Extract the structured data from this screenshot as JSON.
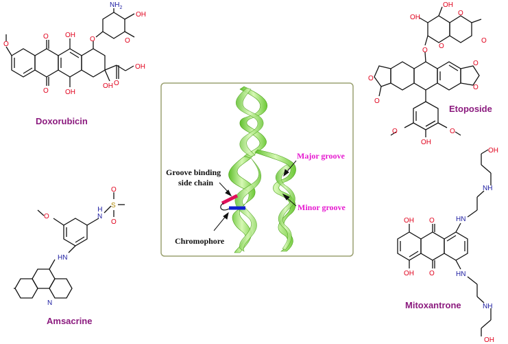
{
  "compounds": {
    "doxorubicin": {
      "name": "Doxorubicin"
    },
    "etoposide": {
      "name": "Etoposide"
    },
    "amsacrine": {
      "name": "Amsacrine"
    },
    "mitoxantrone": {
      "name": "Mitoxantrone"
    }
  },
  "atoms": {
    "O": "O",
    "OH": "OH",
    "NH2": "NH",
    "sub2": "2",
    "HN": "HN",
    "NH": "NH",
    "N": "N",
    "S": "S",
    "H": "H"
  },
  "dna_panel": {
    "major_groove": "Major groove",
    "minor_groove": "Minor groove",
    "groove_line1": "Groove binding",
    "groove_line2": "side chain",
    "chromophore": "Chromophore"
  },
  "colors": {
    "label": "#8b1a7e",
    "oxygen": "#e0001b",
    "nitrogen": "#1a1aa0",
    "sulfur": "#b08800",
    "annotation_pink": "#e61ad0",
    "helix": "#8fe04a",
    "frame": "#9aa070",
    "chromophore_blue": "#1020d0",
    "sidechain_pink": "#e0105a"
  }
}
